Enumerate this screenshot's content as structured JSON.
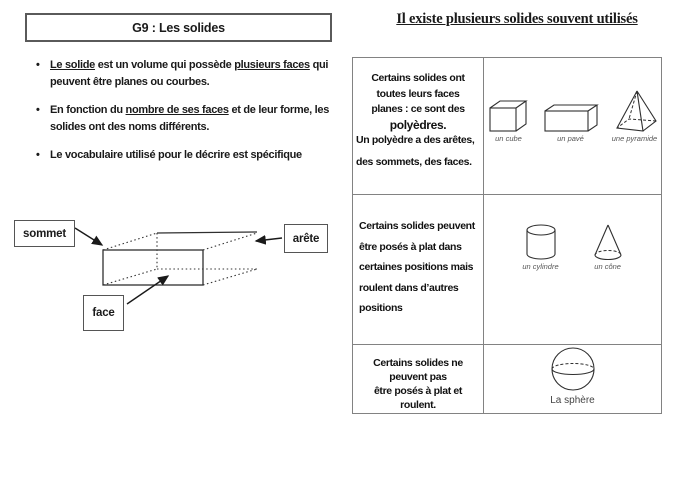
{
  "left": {
    "title": "G9 : Les solides",
    "bullet_char": "•",
    "bullets": {
      "b1": {
        "l1_u1": "Le solide",
        "l1_t1": " est un volume qui possède ",
        "l1_u2": "plusieurs faces",
        "l1_t2": " qui",
        "l2": "peuvent être planes ou courbes."
      },
      "b2": {
        "l1_t1": "En fonction du ",
        "l1_u1": "nombre de ses faces",
        "l1_t2": " et de leur forme, les",
        "l2": "solides ont des noms différents."
      },
      "b3": {
        "l1": "Le vocabulaire utilisé pour le décrire est spécifique"
      }
    },
    "diagram": {
      "vertex": "sommet",
      "edge": "arête",
      "face": "face"
    }
  },
  "right": {
    "title": "Il existe plusieurs solides souvent utilisés",
    "table": {
      "r1": {
        "l1": "Certains solides ont",
        "l2": "toutes leurs faces",
        "l3": "planes : ce sont des",
        "l4": "polyèdres.",
        "l5": "Un polyèdre a des arêtes,",
        "l6": "des sommets, des faces.",
        "cube_label": "un cube",
        "pave_label": "un pavé",
        "pyramid_label": "une pyramide"
      },
      "r2": {
        "l1": "Certains solides peuvent",
        "l2": "être posés à plat dans",
        "l3": "certaines positions mais",
        "l4": "roulent dans d’autres",
        "l5": "positions",
        "cylinder_label": "un cylindre",
        "cone_label": "un cône"
      },
      "r3": {
        "l1": "Certains solides ne",
        "l2": "peuvent pas",
        "l3": "être posés à plat et",
        "l4": "roulent.",
        "sphere_label": "La sphère"
      }
    }
  },
  "colors": {
    "ink": "#1a1a1a",
    "table_border": "#828282"
  }
}
